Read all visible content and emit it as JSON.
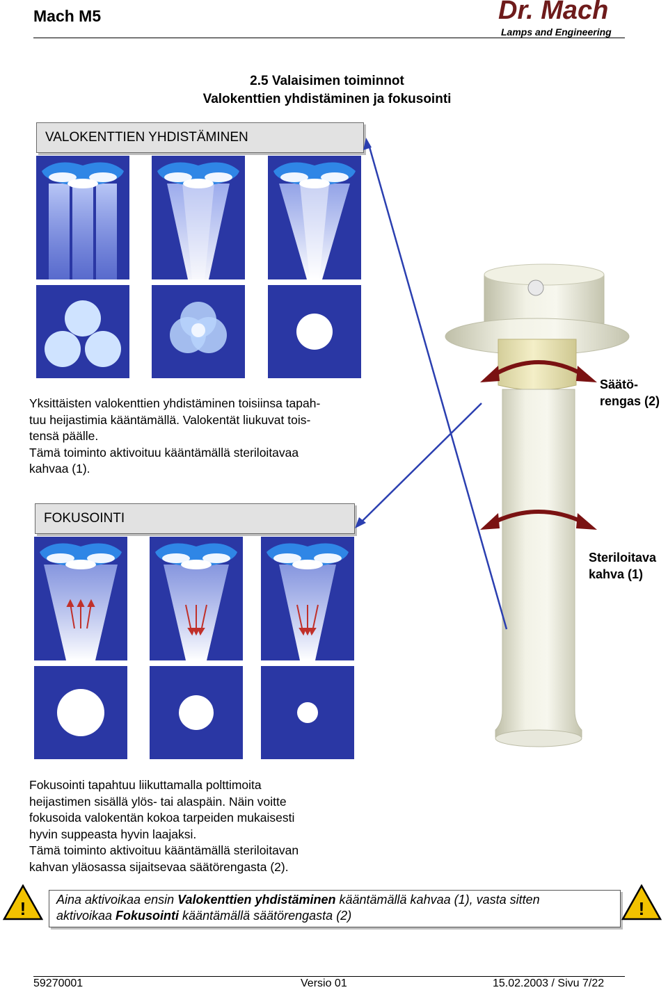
{
  "header": {
    "app": "Mach M5",
    "brand": "Dr. Mach",
    "brand_sub": "Lamps and Engineering"
  },
  "title": {
    "line1": "2.5 Valaisimen toiminnot",
    "line2": "Valokenttien yhdistäminen ja fokusointi"
  },
  "section1": {
    "heading": "VALOKENTTIEN YHDISTÄMINEN",
    "lines": [
      "Yksittäisten valokenttien yhdistäminen toisiinsa tapah-",
      "tuu heijastimia kääntämällä. Valokentät liukuvat tois-",
      "tensä päälle.",
      "Tämä toiminto aktivoituu kääntämällä steriloitavaa",
      "kahvaa (1)."
    ]
  },
  "section2": {
    "heading": "FOKUSOINTI",
    "lines": [
      "Fokusointi tapahtuu liikuttamalla polttimoita",
      "heijastimen sisällä ylös- tai alaspäin. Näin voitte",
      "fokusoida valokentän kokoa tarpeiden mukaisesti",
      "hyvin suppeasta hyvin laajaksi.",
      "Tämä toiminto aktivoituu kääntämällä steriloitavan",
      "kahvan yläosassa sijaitsevaa säätörengasta (2)."
    ]
  },
  "labels": {
    "ring_line1": "Säätö-",
    "ring_line2": "rengas (2)",
    "handle_line1": "Steriloitava",
    "handle_line2": "kahva (1)"
  },
  "note": {
    "p1": "Aina aktivoikaa ensin ",
    "b1": "Valokenttien yhdistäminen",
    "p2": " kääntämällä kahvaa (1), vasta sitten",
    "p3": "aktivoikaa ",
    "b2": "Fokusointi",
    "p4": " kääntämällä säätörengasta (2)",
    "icon": "!"
  },
  "footer": {
    "doc_no": "59270001",
    "version": "Versio 01",
    "date_page": "15.02.2003 / Sivu 7/22"
  },
  "colors": {
    "tile_blue": "#2a37a4",
    "arrow_red": "#8b1a1a",
    "brand": "#6e1b1b"
  }
}
